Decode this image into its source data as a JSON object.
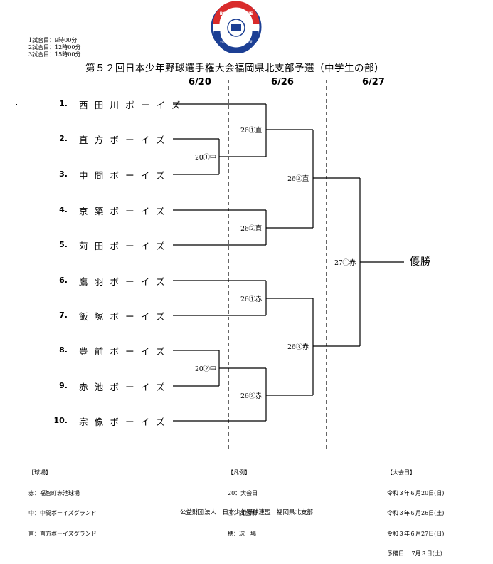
{
  "logo": {
    "top_text": "BOYS LEAGUE",
    "bottom_text": "(公財)日本少年野球連盟",
    "colors": {
      "ring": "#1c3f94",
      "arc": "#d92b2b",
      "field": "#ffffff"
    }
  },
  "schedule_times": [
    "1試合目：9時00分",
    "2試合目：12時00分",
    "3試合目：15時00分"
  ],
  "title": "第５２回日本少年野球選手権大会福岡県北支部予選（中学生の部）",
  "dates": [
    "6/20",
    "6/26",
    "6/27"
  ],
  "teams": [
    {
      "no": "1.",
      "name": "西田川ボーイズ"
    },
    {
      "no": "2.",
      "name": "直方ボーイズ"
    },
    {
      "no": "3.",
      "name": "中間ボーイズ"
    },
    {
      "no": "4.",
      "name": "京築ボーイズ"
    },
    {
      "no": "5.",
      "name": "苅田ボーイズ"
    },
    {
      "no": "6.",
      "name": "鷹羽ボーイズ"
    },
    {
      "no": "7.",
      "name": "飯塚ボーイズ"
    },
    {
      "no": "8.",
      "name": "豊前ボーイズ"
    },
    {
      "no": "9.",
      "name": "赤池ボーイズ"
    },
    {
      "no": "10.",
      "name": "宗像ボーイズ"
    }
  ],
  "match_labels": {
    "r1_top": "20①中",
    "r1_bottom": "20②中",
    "r2_a": "26①直",
    "r2_b": "26②直",
    "r2_c": "26①赤",
    "r2_d": "26②赤",
    "sf_top": "26③直",
    "sf_bottom": "26③赤",
    "final": "27①赤"
  },
  "winner_label": "優勝",
  "venues": {
    "heading": "【球場】",
    "items": [
      "赤：福智町赤池球場",
      "中：中間ボーイズグランド",
      "直：直方ボーイズグランド"
    ]
  },
  "legend": {
    "heading": "【凡例】",
    "items": [
      "20：大会日",
      "①：試合順",
      "穂：球　場"
    ]
  },
  "event_days": {
    "heading": "【大会日】",
    "items": [
      "令和３年６月20日(日)",
      "令和３年６月26日(土)",
      "令和３年６月27日(日)",
      "予備日　 7月３日(土)"
    ]
  },
  "organizer": "公益財団法人　日本少年野球連盟　福岡県北支部"
}
